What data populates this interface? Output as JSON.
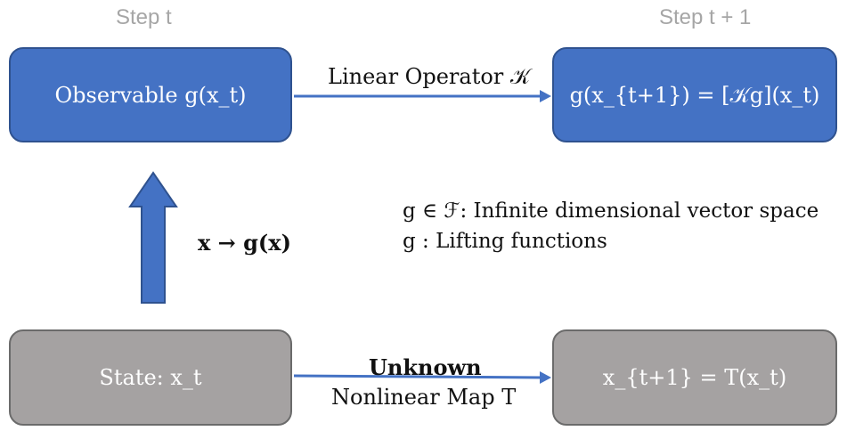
{
  "steps": {
    "left": "Step t",
    "right": "Step t + 1"
  },
  "boxes": {
    "observable": "Observable g(x_t)",
    "next_observable": "g(x_{t+1}) = [𝒦g](x_t)",
    "state": "State: x_t",
    "next_state": "x_{t+1} = T(x_t)"
  },
  "arrows": {
    "top_label": "Linear Operator 𝒦",
    "lift_label": "x → g(x)",
    "bottom_label_top": "Unknown",
    "bottom_label_bottom": "Nonlinear Map T"
  },
  "notes": [
    "g ∈ ℱ: Infinite dimensional vector space",
    "g : Lifting functions"
  ],
  "colors": {
    "blue_box": "#4472c4",
    "gray_box": "#a5a2a2",
    "arrow": "#4472c4",
    "step_text": "#a6a6a6"
  }
}
